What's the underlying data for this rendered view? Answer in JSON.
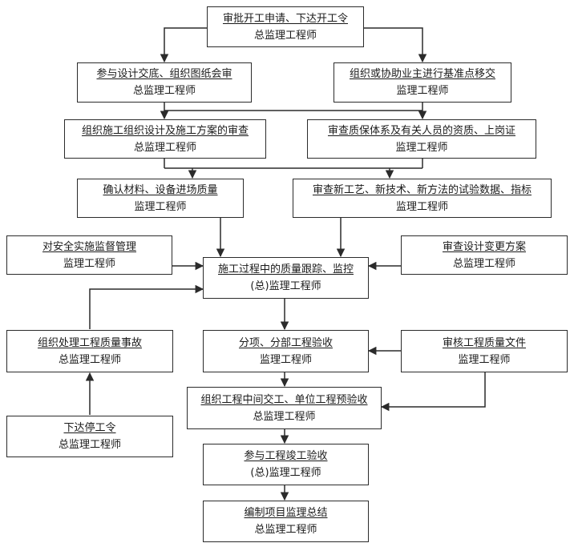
{
  "nodes": {
    "approve": {
      "line1": "审批开工申请、下达开工令",
      "line2": "总监理工程师"
    },
    "design_review": {
      "line1": "参与设计交底、组织图纸会审",
      "line2": "总监理工程师"
    },
    "benchmark": {
      "line1": "组织或协助业主进行基准点移交",
      "line2": "监理工程师"
    },
    "construction_plan": {
      "line1": "组织施工组织设计及施工方案的审查",
      "line2": "总监理工程师"
    },
    "qa_system": {
      "line1": "审查质保体系及有关人员的资质、上岗证",
      "line2": "监理工程师"
    },
    "materials": {
      "line1": "确认材料、设备进场质量",
      "line2": "监理工程师"
    },
    "new_tech": {
      "line1": "审查新工艺、新技术、新方法的试验数据、指标",
      "line2": "监理工程师"
    },
    "safety": {
      "line1": "对安全实施监督管理",
      "line2": "监理工程师"
    },
    "process": {
      "line1": "施工过程中的质量跟踪、监控",
      "line2": "(总)监理工程师"
    },
    "design_change": {
      "line1": "审查设计变更方案",
      "line2": "总监理工程师"
    },
    "accident": {
      "line1": "组织处理工程质量事故",
      "line2": "总监理工程师"
    },
    "sub_accept": {
      "line1": "分项、分部工程验收",
      "line2": "监理工程师"
    },
    "docs": {
      "line1": "审核工程质量文件",
      "line2": "监理工程师"
    },
    "handover": {
      "line1": "组织工程中间交工、单位工程预验收",
      "line2": "总监理工程师"
    },
    "stop": {
      "line1": "下达停工令",
      "line2": "总监理工程师"
    },
    "final_accept": {
      "line1": "参与工程竣工验收",
      "line2": "(总)监理工程师"
    },
    "summary": {
      "line1": "编制项目监理总结",
      "line2": "总监理工程师"
    }
  },
  "colors": {
    "stroke": "#2b2b2b",
    "text": "#1a1a1a"
  }
}
